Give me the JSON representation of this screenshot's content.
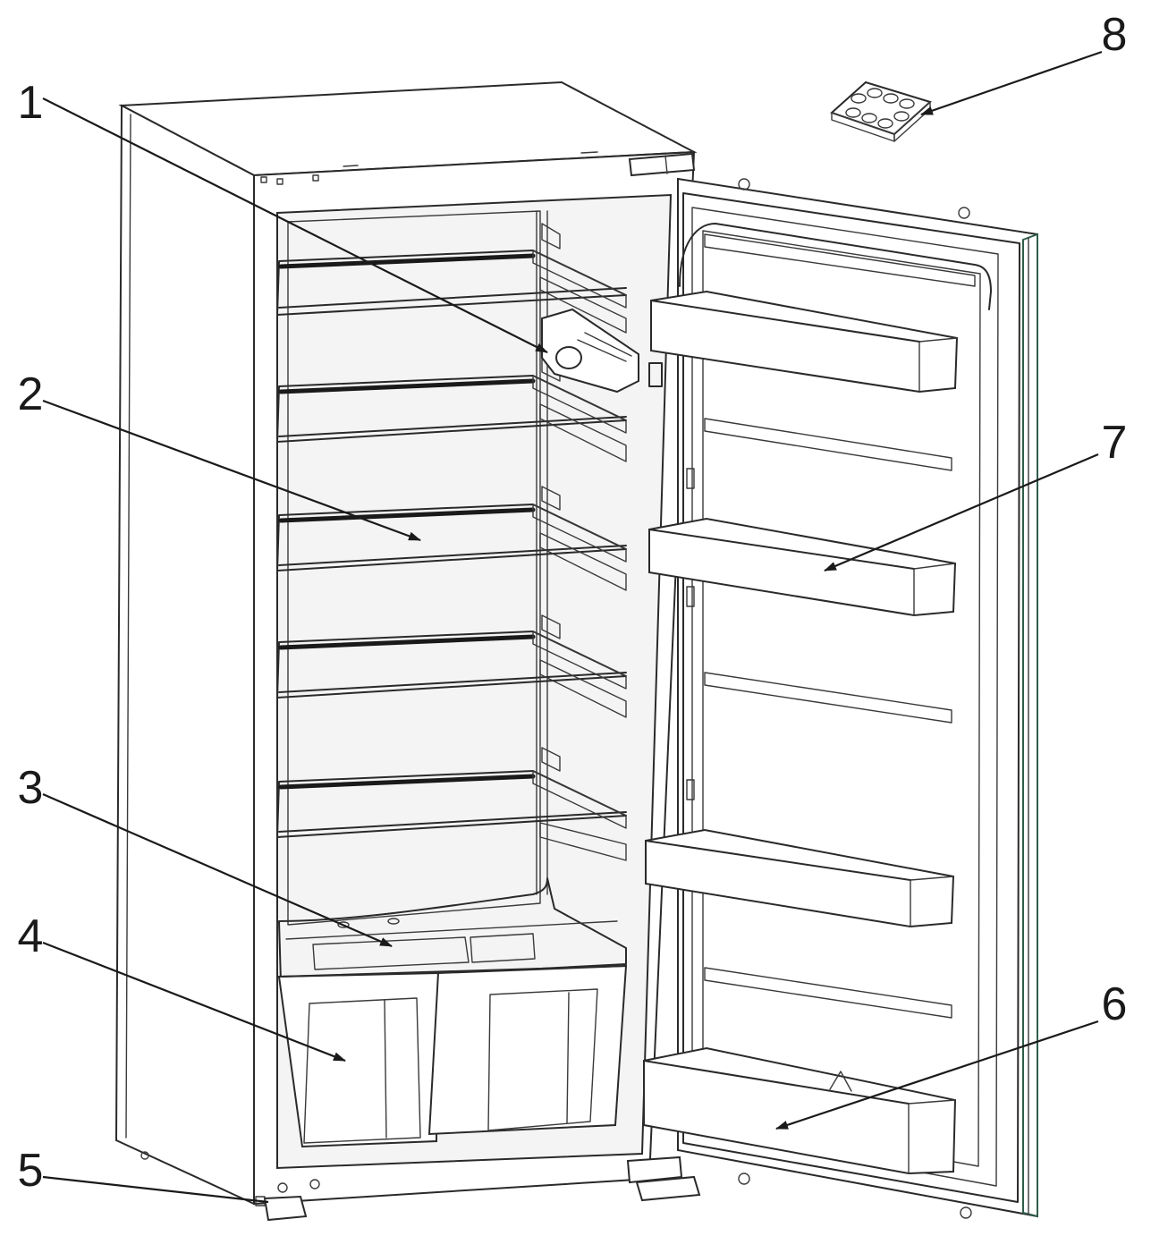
{
  "callouts": [
    {
      "label": "1",
      "part": "light-and-thermostat-unit"
    },
    {
      "label": "2",
      "part": "glass-shelf"
    },
    {
      "label": "3",
      "part": "crisper-cover"
    },
    {
      "label": "4",
      "part": "vegetable-crisper"
    },
    {
      "label": "5",
      "part": "adjustable-foot"
    },
    {
      "label": "6",
      "part": "bottle-rack"
    },
    {
      "label": "7",
      "part": "door-shelf"
    },
    {
      "label": "8",
      "part": "egg-tray"
    }
  ],
  "colors": {
    "line": "#2a2a2a",
    "seal": "#2f5e4a",
    "background": "#ffffff"
  }
}
